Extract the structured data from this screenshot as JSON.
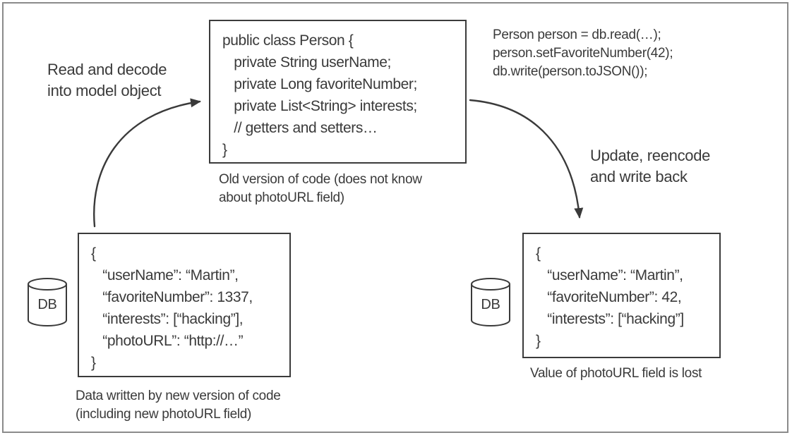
{
  "colors": {
    "ink": "#3a3a3a",
    "frame_border": "#8b8b8b",
    "background": "#ffffff"
  },
  "labels": {
    "read_decode": "Read and decode\ninto model object",
    "update_reencode": "Update, reencode\nand write back"
  },
  "code_box": {
    "code": "public class Person {\n   private String userName;\n   private Long favoriteNumber;\n   private List<String> interests;\n   // getters and setters…\n}",
    "caption": "Old version of code (does not know\nabout photoURL field)"
  },
  "update_snippet": {
    "code": "Person person = db.read(…);\nperson.setFavoriteNumber(42);\ndb.write(person.toJSON());"
  },
  "db_left": {
    "label": "DB"
  },
  "db_right": {
    "label": "DB"
  },
  "json_new": {
    "code": "{\n   “userName”: “Martin”,\n   “favoriteNumber”: 1337,\n   “interests”: [“hacking”],\n   “photoURL”: “http://…”\n}",
    "caption": "Data written by new version of code\n(including new photoURL field)"
  },
  "json_old": {
    "code": "{\n   “userName”: “Martin”,\n   “favoriteNumber”: 42,\n   “interests”: [“hacking”]\n}",
    "caption": "Value of photoURL field is lost"
  }
}
